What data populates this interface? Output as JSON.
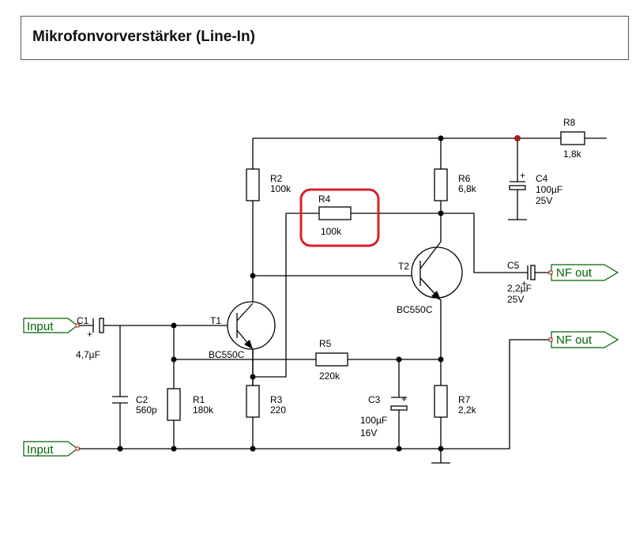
{
  "title": "Mikrofonvorverstärker (Line-In)",
  "components": {
    "R1": {
      "name": "R1",
      "value": "180k"
    },
    "R2": {
      "name": "R2",
      "value": "100k"
    },
    "R3": {
      "name": "R3",
      "value": "220"
    },
    "R4": {
      "name": "R4",
      "value": "100k"
    },
    "R5": {
      "name": "R5",
      "value": "220k"
    },
    "R6": {
      "name": "R6",
      "value": "6,8k"
    },
    "R7": {
      "name": "R7",
      "value": "2,2k"
    },
    "R8": {
      "name": "R8",
      "value": "1,8k"
    },
    "C1": {
      "name": "C1",
      "value": "4,7µF"
    },
    "C2": {
      "name": "C2",
      "value": "560p"
    },
    "C3": {
      "name": "C3",
      "value": "100µF",
      "voltage": "16V"
    },
    "C4": {
      "name": "C4",
      "value": "100µF",
      "voltage": "25V"
    },
    "C5": {
      "name": "C5",
      "value": "2,2µF",
      "voltage": "25V"
    },
    "T1": {
      "name": "T1",
      "type": "BC550C"
    },
    "T2": {
      "name": "T2",
      "type": "BC550C"
    }
  },
  "connectors": {
    "input_top": "Input",
    "input_bottom": "Input",
    "out_top": "NF out",
    "out_bottom": "NF out"
  },
  "polarity": "+",
  "highlight": {
    "component": "R4",
    "color": "#d9202a"
  }
}
